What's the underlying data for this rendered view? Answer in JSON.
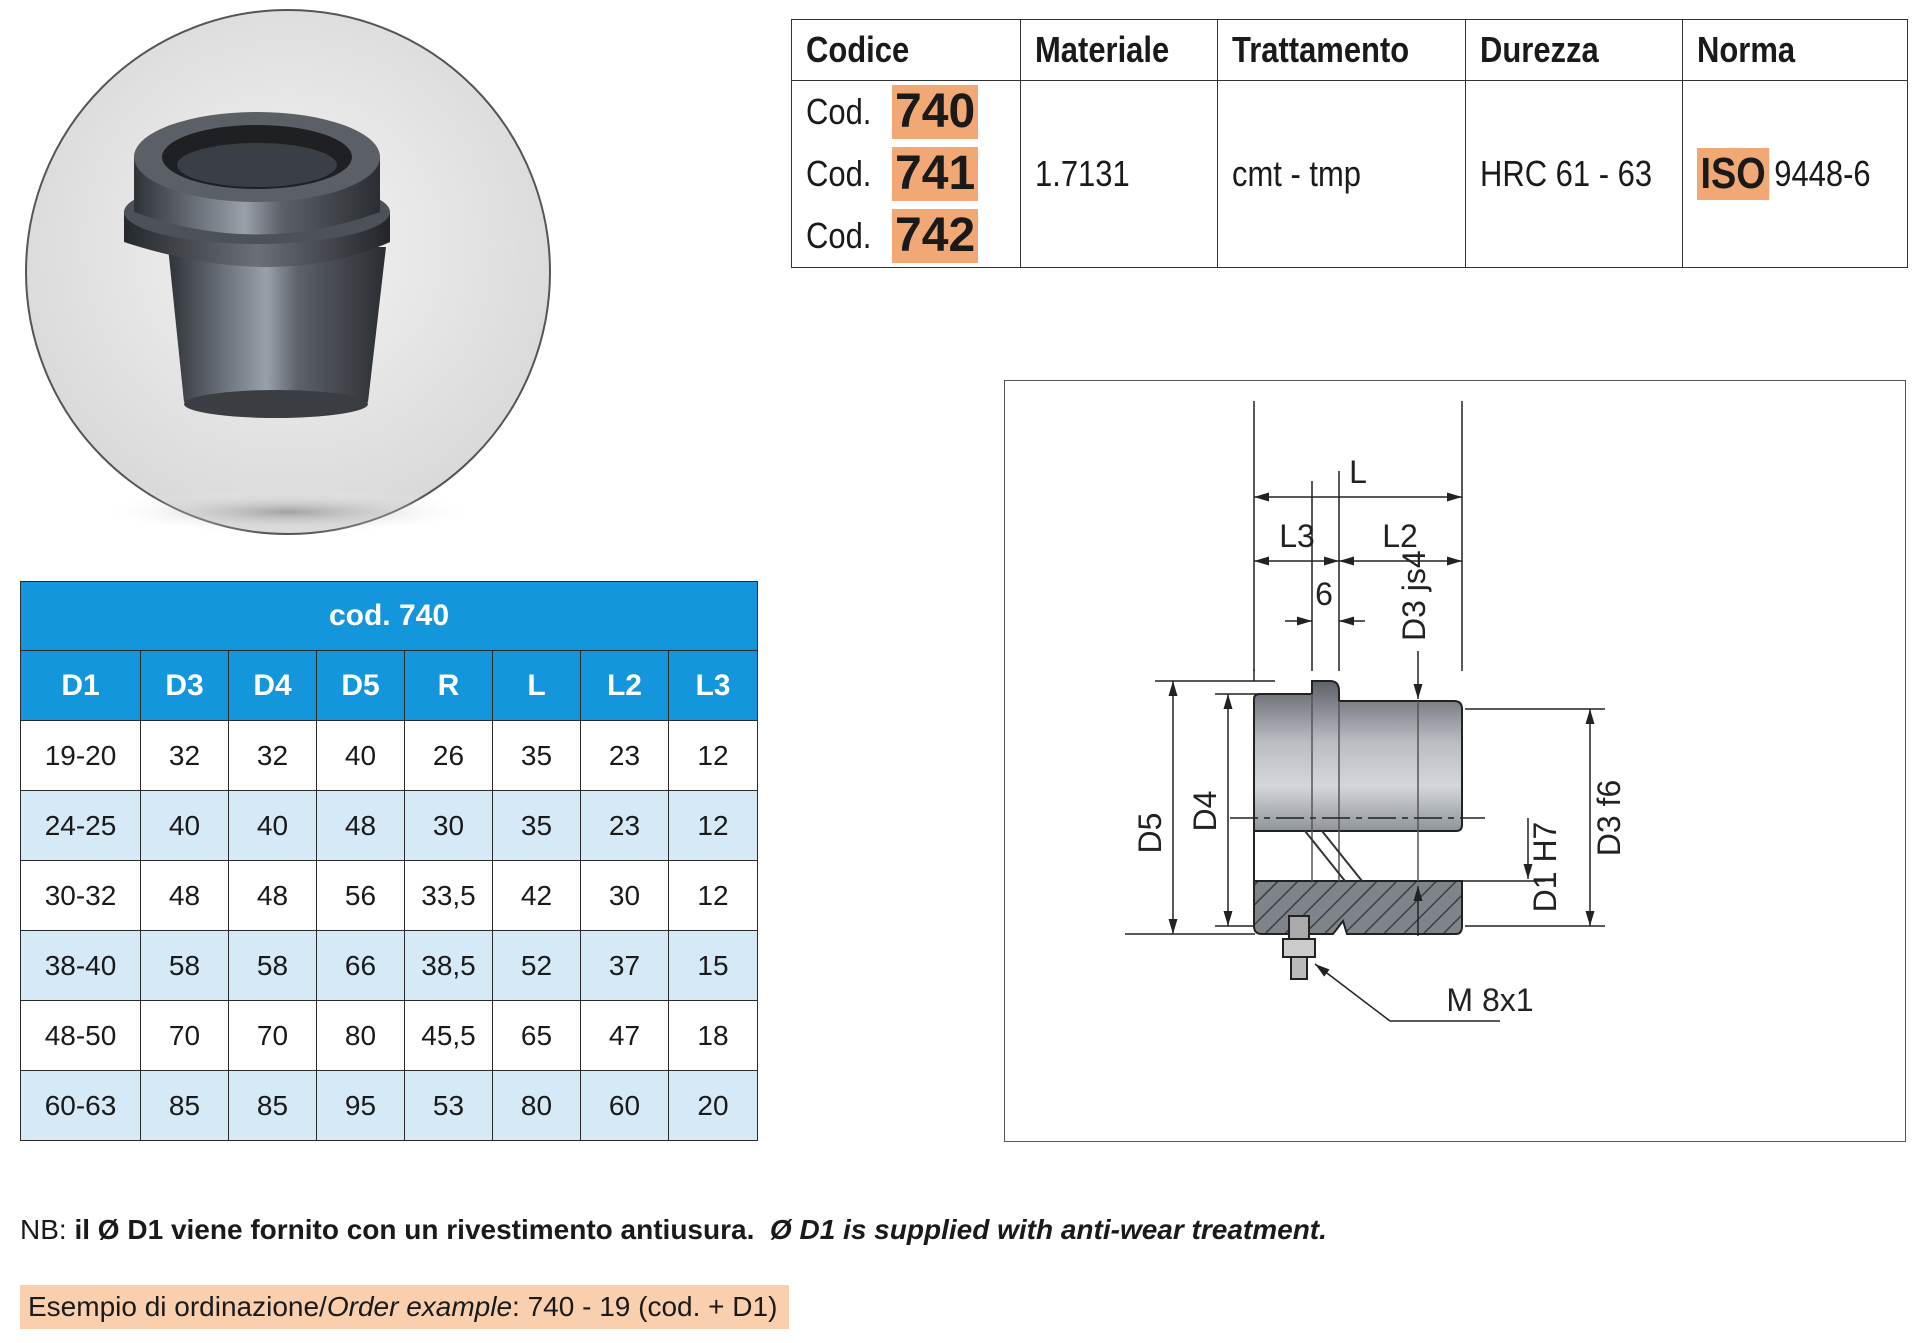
{
  "spec_table": {
    "headers": [
      "Codice",
      "Materiale",
      "Trattamento",
      "Durezza",
      "Norma"
    ],
    "cod_label": "Cod.",
    "codes": [
      "740",
      "741",
      "742"
    ],
    "materiale": "1.7131",
    "trattamento": "cmt - tmp",
    "durezza": "HRC 61 - 63",
    "norma_prefix": "ISO",
    "norma_number": "9448-6",
    "highlight_color": "#f2a874"
  },
  "dim_table": {
    "title": "cod. 740",
    "columns": [
      "D1",
      "D3",
      "D4",
      "D5",
      "R",
      "L",
      "L2",
      "L3"
    ],
    "rows": [
      [
        "19-20",
        "32",
        "32",
        "40",
        "26",
        "35",
        "23",
        "12"
      ],
      [
        "24-25",
        "40",
        "40",
        "48",
        "30",
        "35",
        "23",
        "12"
      ],
      [
        "30-32",
        "48",
        "48",
        "56",
        "33,5",
        "42",
        "30",
        "12"
      ],
      [
        "38-40",
        "58",
        "58",
        "66",
        "38,5",
        "52",
        "37",
        "15"
      ],
      [
        "48-50",
        "70",
        "70",
        "80",
        "45,5",
        "65",
        "47",
        "18"
      ],
      [
        "60-63",
        "85",
        "85",
        "95",
        "53",
        "80",
        "60",
        "20"
      ]
    ],
    "header_color": "#1496dc",
    "alt_row_color": "#d5e9f7"
  },
  "drawing": {
    "labels": {
      "L": "L",
      "L3": "L3",
      "L2": "L2",
      "six": "6",
      "D3js4": "D3 js4",
      "D5": "D5",
      "D4": "D4",
      "D1H7": "D1 H7",
      "D3f6": "D3 f6",
      "thread": "M 8x1"
    }
  },
  "notes": {
    "nb_prefix": "NB: ",
    "nb_italian": "il Ø D1 viene fornito con un rivestimento antiusura.",
    "nb_english": "Ø D1 is supplied with anti-wear treatment.",
    "example_prefix": "Esempio di ordinazione/",
    "example_italic": "Order example",
    "example_suffix": ": 740 - 19 (cod. + D1)",
    "example_bg": "#f9cfae"
  }
}
